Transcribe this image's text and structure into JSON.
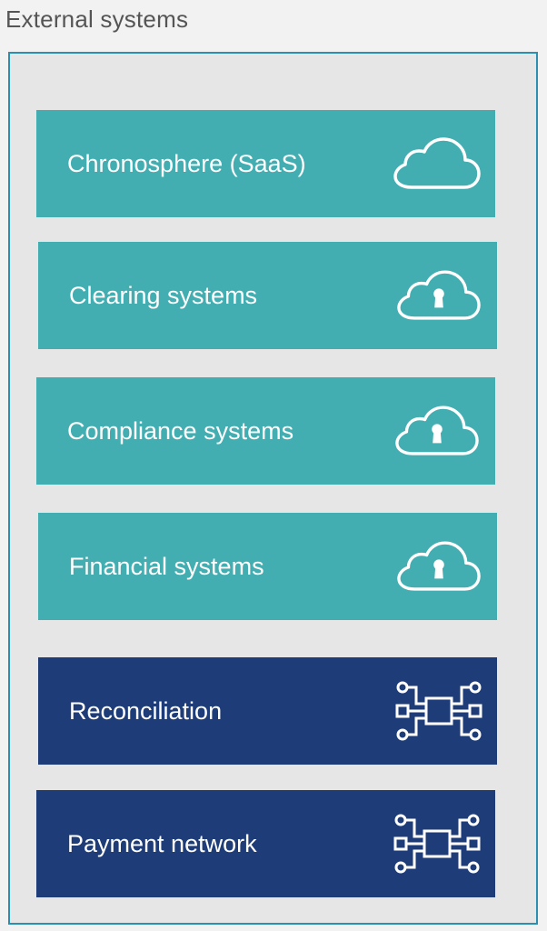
{
  "title": "External systems",
  "items": [
    {
      "label": "Chronosphere (SaaS)",
      "icon": "cloud-icon",
      "color": "#42aeb1"
    },
    {
      "label": "Clearing systems",
      "icon": "cloud-lock-icon",
      "color": "#42aeb1"
    },
    {
      "label": "Compliance systems",
      "icon": "cloud-lock-icon",
      "color": "#42aeb1"
    },
    {
      "label": "Financial systems",
      "icon": "cloud-lock-icon",
      "color": "#42aeb1"
    },
    {
      "label": "Reconciliation",
      "icon": "network-hub-icon",
      "color": "#1d3c78"
    },
    {
      "label": "Payment network",
      "icon": "network-hub-icon",
      "color": "#1d3c78"
    }
  ]
}
